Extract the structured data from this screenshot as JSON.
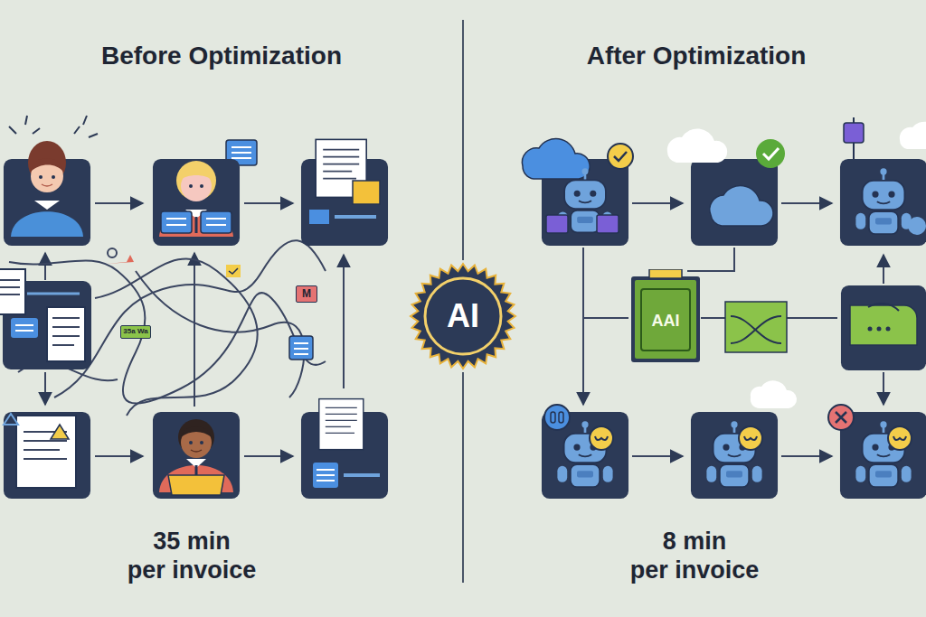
{
  "diagram": {
    "nodes": [
      {
        "text": [
          "AI"
        ]
      },
      {
        "text": [
          "AAI"
        ]
      }
    ],
    "labels": [
      "Before Optimization",
      "After Optimization",
      "35a Wa",
      "M",
      "35 min per invoice",
      "8 min per invoice"
    ]
  }
}
